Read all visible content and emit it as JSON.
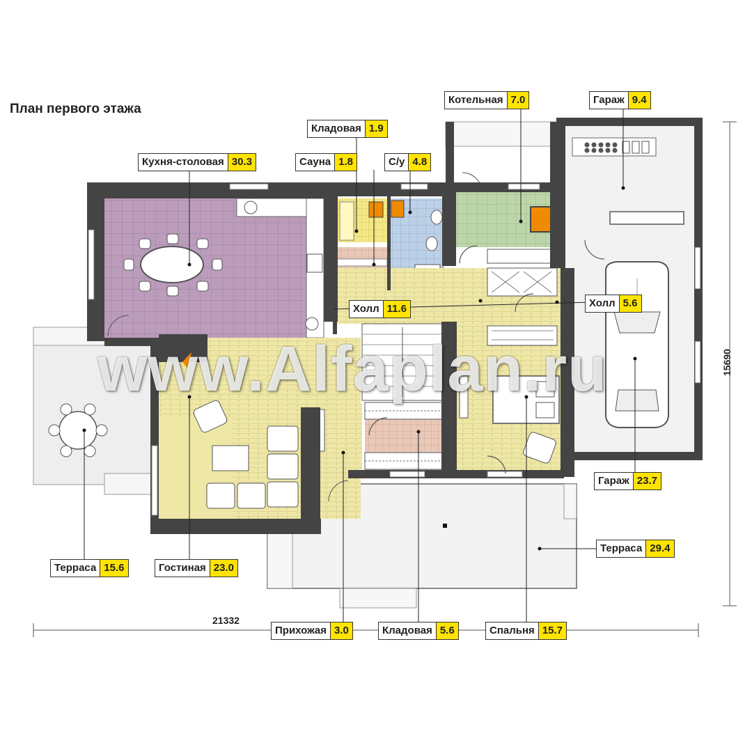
{
  "plan_title": "План первого этажа",
  "dimensions": {
    "width": "21332",
    "height": "15690"
  },
  "watermark": "www.Alfaplan.ru",
  "rooms": {
    "kitchen": {
      "name": "Кухня-столовая",
      "area": "30.3"
    },
    "storage_small": {
      "name": "Кладовая",
      "area": "1.9"
    },
    "sauna": {
      "name": "Сауна",
      "area": "1.8"
    },
    "bathroom": {
      "name": "С/у",
      "area": "4.8"
    },
    "boiler": {
      "name": "Котельная",
      "area": "7.0"
    },
    "garage_small": {
      "name": "Гараж",
      "area": "9.4"
    },
    "hall_main": {
      "name": "Холл",
      "area": "11.6"
    },
    "hall_garage": {
      "name": "Холл",
      "area": "5.6"
    },
    "garage_main": {
      "name": "Гараж",
      "area": "23.7"
    },
    "terrace_right": {
      "name": "Терраса",
      "area": "29.4"
    },
    "terrace_left": {
      "name": "Терраса",
      "area": "15.6"
    },
    "living": {
      "name": "Гостиная",
      "area": "23.0"
    },
    "entry": {
      "name": "Прихожая",
      "area": "3.0"
    },
    "storage_large": {
      "name": "Кладовая",
      "area": "5.6"
    },
    "bedroom": {
      "name": "Спальня",
      "area": "15.7"
    }
  },
  "colors": {
    "wall": "#444444",
    "kitchen_floor": "#b89ab8",
    "wood_floor": "#ece6a4",
    "bath_floor": "#b8cde6",
    "boiler_floor": "#b9d3a5",
    "sauna_floor": "#f2e585",
    "storage_floor": "#e7c6b6",
    "garage_floor": "#f2f2f2",
    "area_badge": "#ffe400"
  }
}
